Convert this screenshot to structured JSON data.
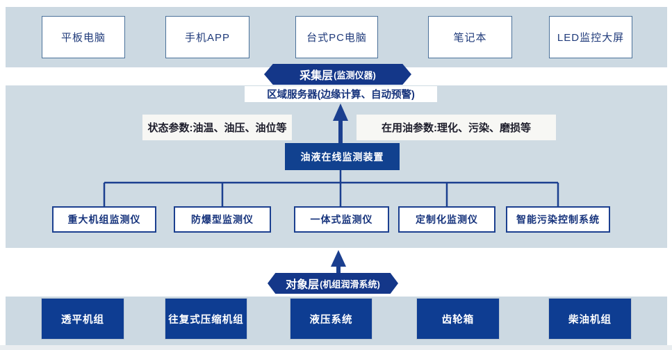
{
  "colors": {
    "band_light_blue": "#ccd9e2",
    "navy_fill": "#0e3d92",
    "pill_navy": "#143789",
    "line_navy": "#1b3f8f",
    "white_box_border": "#4a7099",
    "label_bg": "#f7f7f4"
  },
  "top_band": {
    "boxes": [
      {
        "label": "平板电脑"
      },
      {
        "label": "手机APP"
      },
      {
        "label": "台式PC电脑"
      },
      {
        "label": "笔记本"
      },
      {
        "label": "LED监控大屏"
      }
    ]
  },
  "collect_layer": {
    "title": "采集层",
    "subtitle": "(监测仪器)"
  },
  "server_box": {
    "label": "区域服务器(边缘计算、自动预警)"
  },
  "params": {
    "left": "状态参数:油温、油压、油位等",
    "right": "在用油参数:理化、污染、磨损等"
  },
  "device_box": {
    "label": "油液在线监测装置"
  },
  "monitor_row": {
    "boxes": [
      {
        "label": "重大机组监测仪"
      },
      {
        "label": "防爆型监测仪"
      },
      {
        "label": "一体式监测仪"
      },
      {
        "label": "定制化监测仪"
      },
      {
        "label": "智能污染控制系统"
      }
    ]
  },
  "object_layer": {
    "title": "对象层",
    "subtitle": "(机组润滑系统)"
  },
  "bottom_band": {
    "boxes": [
      {
        "label": "透平机组"
      },
      {
        "label": "往复式压缩机组"
      },
      {
        "label": "液压系统"
      },
      {
        "label": "齿轮箱"
      },
      {
        "label": "柴油机组"
      }
    ]
  }
}
